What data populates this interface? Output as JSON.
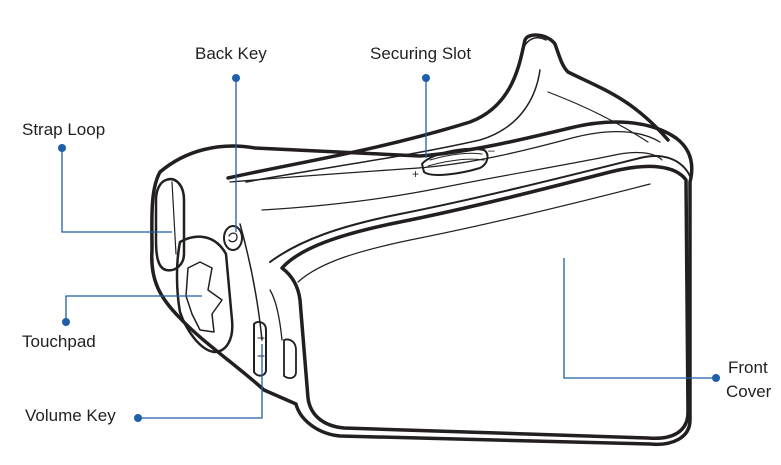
{
  "labels": {
    "back_key": "Back Key",
    "securing_slot": "Securing Slot",
    "strap_loop": "Strap Loop",
    "touchpad": "Touchpad",
    "volume_key": "Volume Key",
    "front_line1": "Front",
    "front_line2": "Cover"
  },
  "colors": {
    "callout": "#1f5ea8",
    "outline": "#231f20",
    "text": "#231f20"
  },
  "icons": {
    "back_key": "back-arrow-icon"
  }
}
